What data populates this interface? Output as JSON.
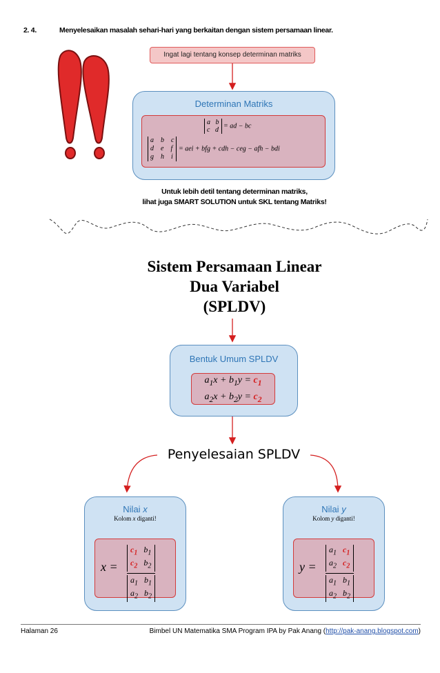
{
  "section": {
    "number": "2. 4.",
    "title": "Menyelesaikan masalah sehari-hari yang berkaitan dengan sistem persamaan linear."
  },
  "reminder": "Ingat lagi tentang konsep determinan matriks",
  "det_box": {
    "title": "Determinan Matriks",
    "det2_result": "= ad − bc",
    "det3_result": "= aei + bfg + cdh − ceg − afh − bdi"
  },
  "note": {
    "line1": "Untuk lebih detil tentang determinan matriks,",
    "line2": "lihat juga SMART SOLUTION untuk SKL tentang Matriks!"
  },
  "main_title": {
    "line1": "Sistem Persamaan Linear",
    "line2": "Dua Variabel",
    "line3": "(SPLDV)"
  },
  "general_form": {
    "title": "Bentuk Umum SPLDV"
  },
  "solution_title": "Penyelesaian SPLDV",
  "nilai_x": {
    "title": "Nilai",
    "var": "x",
    "hint_pre": "Kolom",
    "hint_post": "diganti!"
  },
  "nilai_y": {
    "title": "Nilai",
    "var": "y",
    "hint_pre": "Kolom",
    "hint_post": "diganti!"
  },
  "footer": {
    "page": "Halaman 26",
    "text": "Bimbel UN Matematika SMA Program IPA by Pak Anang (",
    "link": "http://pak-anang.blogspot.com",
    "close": ")"
  },
  "colors": {
    "box_blue": "#cfe2f3",
    "box_pink": "#d9b3bf",
    "accent_red": "#d41f1f",
    "title_blue": "#2e75b6"
  }
}
